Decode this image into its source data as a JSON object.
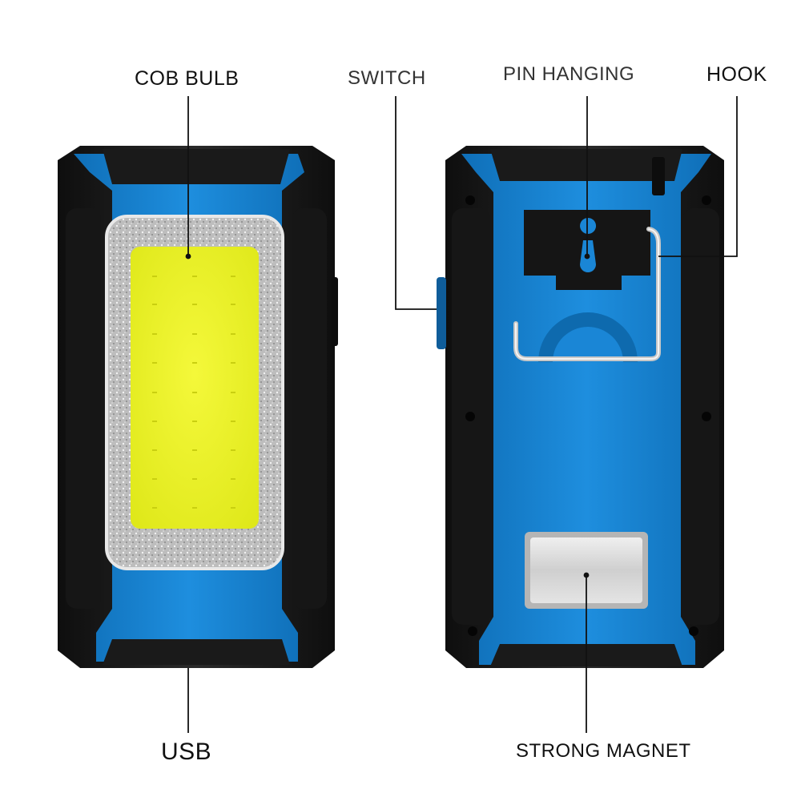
{
  "labels": {
    "cob_bulb": "COB BULB",
    "switch": "SWITCH",
    "pin_hanging": "PIN HANGING",
    "hook": "HOOK",
    "usb": "USB",
    "strong_magnet": "STRONG MAGNET"
  },
  "colors": {
    "background": "#ffffff",
    "housing_blue": "#1a86d6",
    "rubber_black": "#1c1c1c",
    "cob_yellow": "#ecf225",
    "reflector_silver": "#c9c9c9",
    "magnet_silver": "#d4d4d4",
    "leader_line": "#111111"
  }
}
